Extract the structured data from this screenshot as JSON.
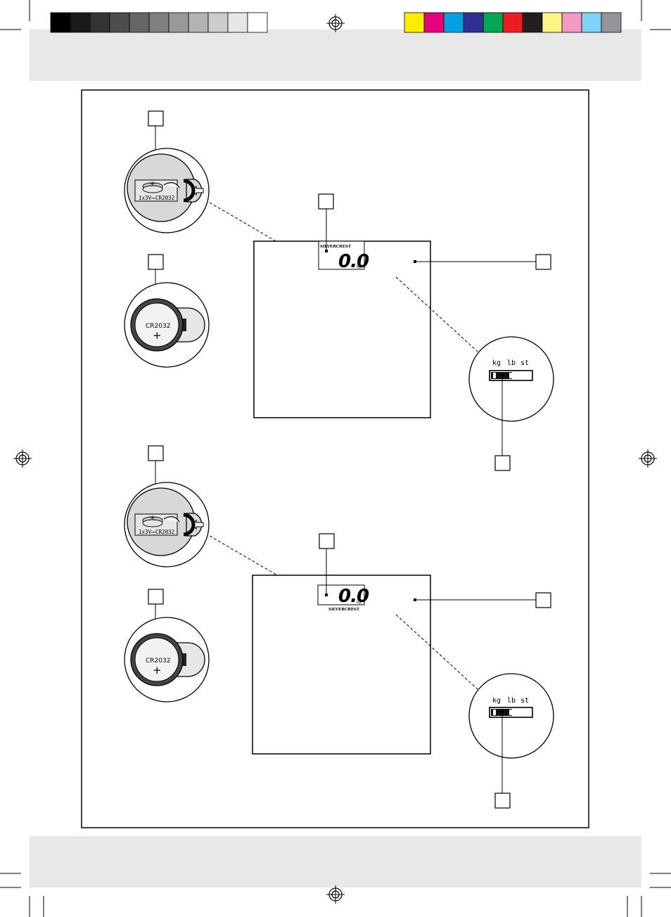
{
  "print_marks": {
    "gray_scale": [
      "#000000",
      "#1a1a1a",
      "#333333",
      "#4d4d4d",
      "#666666",
      "#808080",
      "#999999",
      "#b3b3b3",
      "#cccccc",
      "#e6e6e6",
      "#ffffff"
    ],
    "color_bar": [
      "#ffed00",
      "#e6007e",
      "#00a0e3",
      "#2e3192",
      "#00a651",
      "#ed1c24",
      "#231f20",
      "#fff685",
      "#f49ac1",
      "#7fd3f7",
      "#939598"
    ],
    "band_color": "#e8e8e8"
  },
  "scale_top": {
    "brand": "SILVERCREST",
    "display_value": "0.0",
    "display_unit": "kg"
  },
  "scale_bottom": {
    "brand": "SILVERCREST",
    "display_value": "0.0",
    "display_unit": "kg"
  },
  "battery_open_top": {
    "label": "1x3V⎓CR2032",
    "polarity": "+"
  },
  "battery_open_bottom": {
    "label": "1x3V⎓CR2032",
    "polarity": "+"
  },
  "battery_closed_top": {
    "label": "CR2032",
    "polarity": "+"
  },
  "battery_closed_bottom": {
    "label": "CR2032",
    "polarity": "+"
  },
  "unit_switch_top": {
    "units": [
      "kg",
      "lb",
      "st"
    ]
  },
  "unit_switch_bottom": {
    "units": [
      "kg",
      "lb",
      "st"
    ]
  }
}
